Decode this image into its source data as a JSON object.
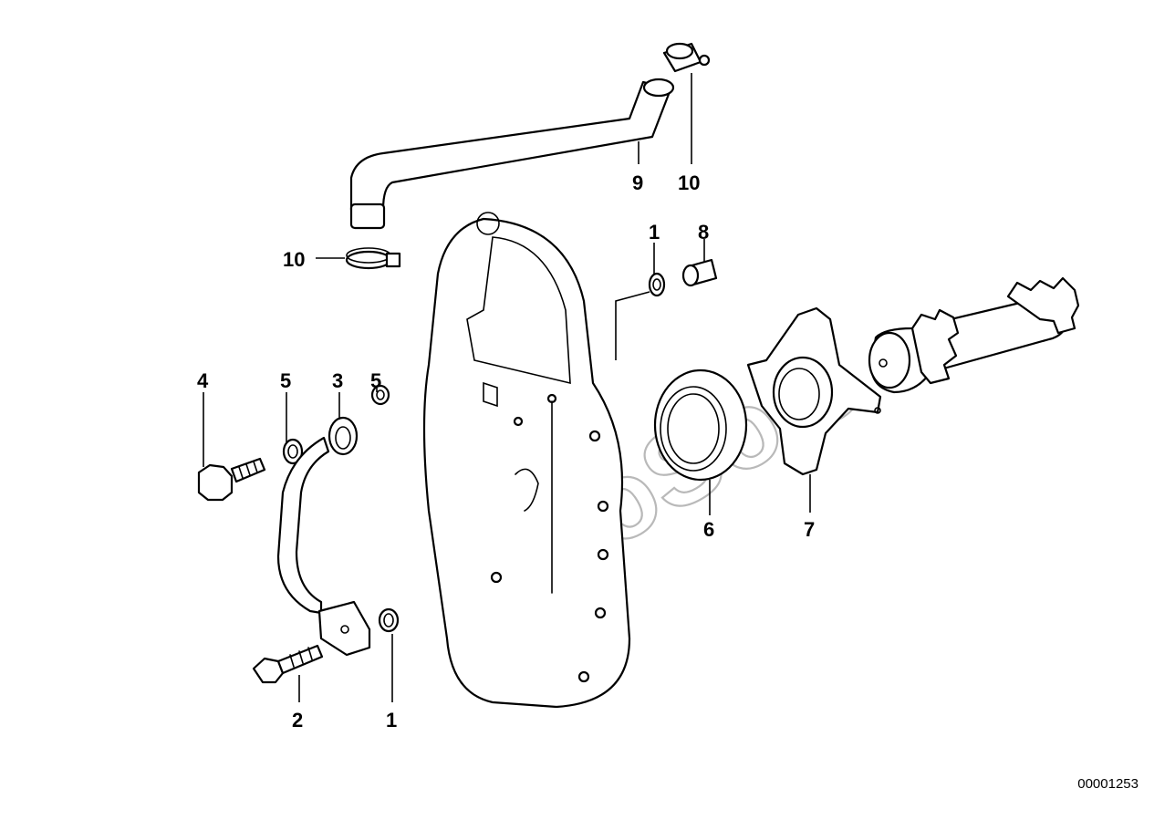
{
  "watermark": "AutoSoft",
  "diagram_code": "00001253",
  "callouts": {
    "c1_top": "1",
    "c8": "8",
    "c9": "9",
    "c10_top": "10",
    "c10_left": "10",
    "c4": "4",
    "c5_left": "5",
    "c3": "3",
    "c5_right": "5",
    "c6": "6",
    "c7": "7",
    "c2": "2",
    "c1_bottom": "1"
  }
}
